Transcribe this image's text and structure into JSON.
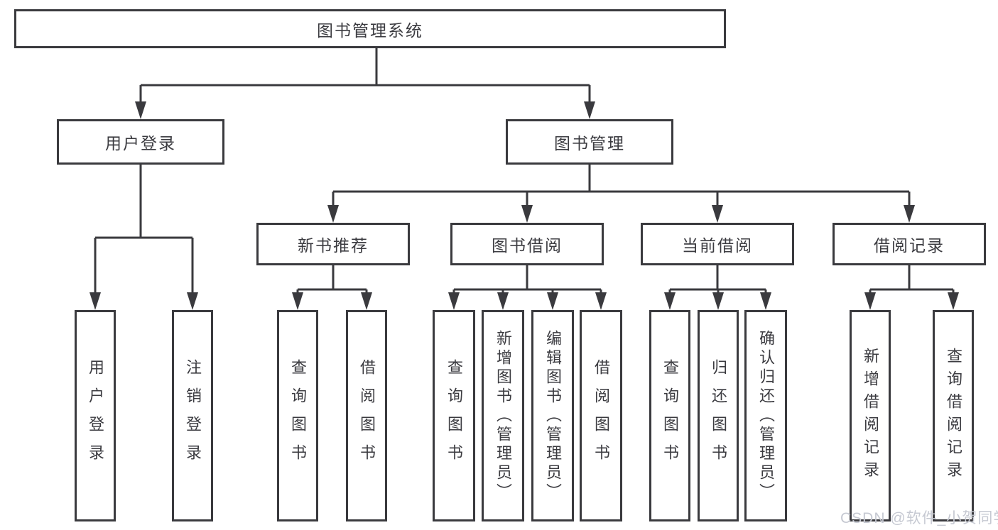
{
  "tree": {
    "root": "图书管理系统",
    "level2": [
      "用户登录",
      "图书管理"
    ],
    "level3": [
      "新书推荐",
      "图书借阅",
      "当前借阅",
      "借阅记录"
    ],
    "leaves": {
      "login": [
        "用户登录",
        "注销登录"
      ],
      "recommend": [
        "查询图书",
        "借阅图书"
      ],
      "borrow": [
        "查询图书",
        "新增图书（管理员）",
        "编辑图书（管理员）",
        "借阅图书"
      ],
      "current": [
        "查询图书",
        "归还图书",
        "确认归还（管理员）"
      ],
      "records": [
        "新增借阅记录",
        "查询借阅记录"
      ]
    }
  },
  "watermark": "CSDN @软件_小贺同学",
  "colors": {
    "line": "#3a3a3e",
    "text": "#3b3b40",
    "watermark": "#c6c9d2",
    "background": "#ffffff"
  }
}
